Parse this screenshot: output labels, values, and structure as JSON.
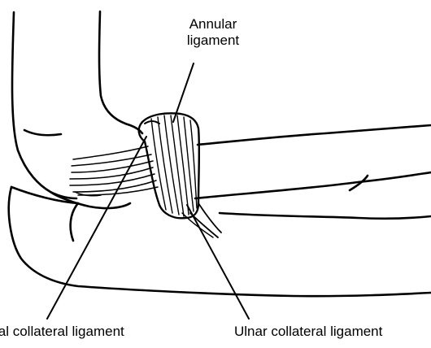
{
  "labels": {
    "annular_line1": "Annular",
    "annular_line2": "ligament",
    "radial": "ial collateral ligament",
    "ulnar": "Ulnar collateral ligament"
  },
  "colors": {
    "ink": "#000000",
    "background": "#ffffff"
  }
}
